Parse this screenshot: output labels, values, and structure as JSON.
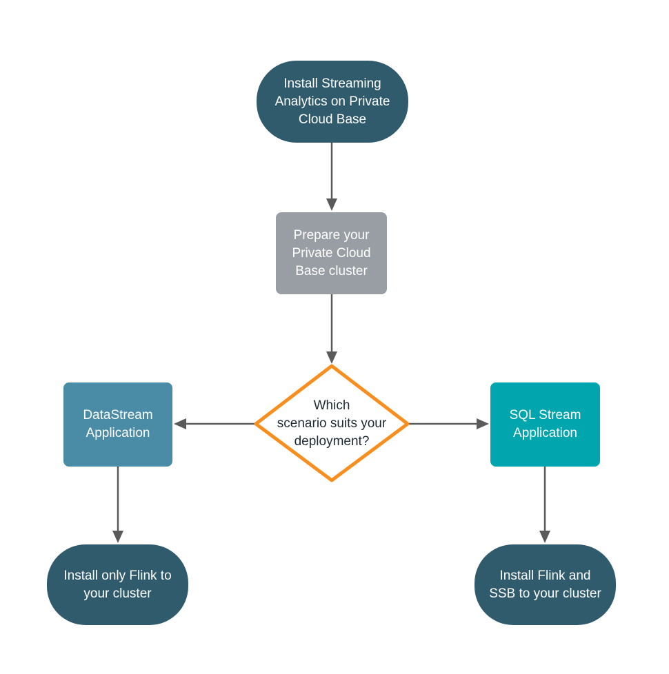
{
  "diagram": {
    "type": "flowchart",
    "nodes": {
      "start": {
        "label": "Install Streaming\nAnalytics on Private\nCloud Base",
        "shape": "pill"
      },
      "prepare": {
        "label": "Prepare your\nPrivate Cloud\nBase cluster",
        "shape": "rounded-rect"
      },
      "decision": {
        "label": "Which\nscenario suits your\ndeployment?",
        "shape": "diamond"
      },
      "datastream": {
        "label": "DataStream\nApplication",
        "shape": "rounded-rect"
      },
      "sqlstream": {
        "label": "SQL Stream\nApplication",
        "shape": "rounded-rect"
      },
      "flink_only": {
        "label": "Install only Flink to\nyour cluster",
        "shape": "pill"
      },
      "flink_ssb": {
        "label": "Install Flink and\nSSB to your cluster",
        "shape": "pill"
      }
    },
    "edges": [
      {
        "from": "start",
        "to": "prepare"
      },
      {
        "from": "prepare",
        "to": "decision"
      },
      {
        "from": "decision",
        "to": "datastream"
      },
      {
        "from": "decision",
        "to": "sqlstream"
      },
      {
        "from": "datastream",
        "to": "flink_only"
      },
      {
        "from": "sqlstream",
        "to": "flink_ssb"
      }
    ]
  },
  "colors": {
    "background": "#FFFFFF",
    "dark_teal": "#2F5B6D",
    "gray": "#999EA4",
    "steel_blue": "#4A8CA6",
    "teal": "#00A5AD",
    "orange": "#F78E1E",
    "arrow": "#5A5A5A",
    "dark_text": "#1E2B33",
    "light_text": "#FFFFFF",
    "diamond_fill": "#FFFFFF"
  }
}
